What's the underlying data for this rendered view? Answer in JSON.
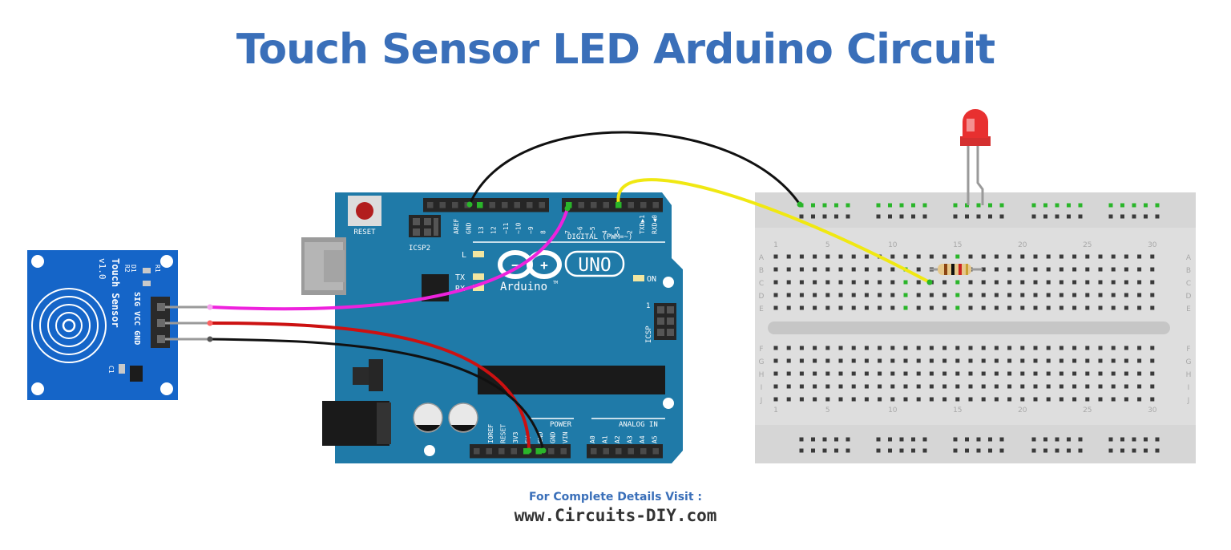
{
  "title": "Touch Sensor LED Arduino Circuit",
  "footer": {
    "label": "For Complete Details Visit :",
    "url": "www.Circuits-DIY.com"
  },
  "colors": {
    "title": "#3a6fb9",
    "board": "#1f7aa8",
    "sensor_board": "#1565c8",
    "breadboard": "#dedede",
    "wire_signal": "#ee22dd",
    "wire_vcc": "#cc1111",
    "wire_gnd": "#111111",
    "wire_pin3": "#f0e812",
    "led": "#e83030",
    "active_hole": "#2ab52a"
  },
  "arduino": {
    "reset": "RESET",
    "icsp2": "ICSP2",
    "icsp": "ICSP",
    "icsp_pin1": "1",
    "led_l": "L",
    "led_tx": "TX",
    "led_rx": "RX",
    "on": "ON",
    "model": "UNO",
    "brand": "Arduino",
    "trademark": "TM",
    "digital": "DIGITAL (PWM=~)",
    "power": "POWER",
    "analog": "ANALOG IN",
    "top_left_pins": [
      "AREF",
      "GND",
      "13",
      "12",
      "~11",
      "~10",
      "~9",
      "8"
    ],
    "top_right_pins": [
      "7",
      "~6",
      "~5",
      "4",
      "~3",
      "2",
      "TXD▶1",
      "RXD◀0"
    ],
    "power_pins": [
      "IOREF",
      "RESET",
      "3V3",
      "5V",
      "GND",
      "GND",
      "VIN"
    ],
    "analog_pins": [
      "A0",
      "A1",
      "A2",
      "A3",
      "A4",
      "A5"
    ]
  },
  "sensor": {
    "name": "Touch Sensor",
    "version": "v1.0",
    "pins": "SIG VCC GND",
    "r1": "R1",
    "r2": "R2",
    "d1": "D1",
    "c1": "C1"
  },
  "breadboard": {
    "rows": [
      "A",
      "B",
      "C",
      "D",
      "E",
      "F",
      "G",
      "H",
      "I",
      "J"
    ],
    "col_labels": [
      "1",
      "5",
      "10",
      "15",
      "20",
      "25",
      "30"
    ]
  }
}
